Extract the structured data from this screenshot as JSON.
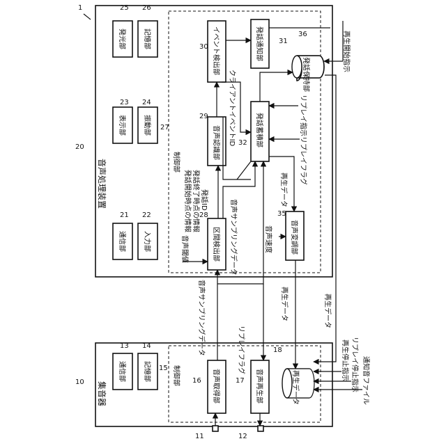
{
  "numbers": {
    "n1": "1",
    "n10": "10",
    "n11": "11",
    "n12": "12",
    "n13": "13",
    "n14": "14",
    "n15": "15",
    "n16": "16",
    "n17": "17",
    "n18": "18",
    "n20": "20",
    "n21": "21",
    "n22": "22",
    "n23": "23",
    "n24": "24",
    "n25": "25",
    "n26": "26",
    "n27": "27",
    "n28": "28",
    "n29": "29",
    "n30": "30",
    "n31": "31",
    "n32": "32",
    "n35": "35",
    "n36": "36"
  },
  "collector": {
    "title": "集音器",
    "control_label": "制御部",
    "comm": "通信部",
    "storage": "記憶部",
    "acquire": "音声取得部",
    "playback": "音声再生部",
    "play_data_cyl": "再生データ"
  },
  "processor": {
    "title": "音声処理装置",
    "control_label": "制御部",
    "comm": "通信部",
    "input": "入力部",
    "display": "表示部",
    "vibrate": "振動部",
    "light": "発光部",
    "storage": "記憶部",
    "section_detect": "区間検出部",
    "speech_recog": "音声認識部",
    "event_detect": "イベント検出部",
    "speech_notify": "発話通知部",
    "speech_store": "発話蓄積部",
    "speech_hold": "発話保持部",
    "voice_convert": "音声変調部"
  },
  "annotations": {
    "audio_sampling_data": "音声サンプリングデータ",
    "audio_sampling_data_2": "音声サンプリングデータ",
    "audio_threshold": "音声閾値",
    "speech_info_start": "発話開始時点の情報",
    "speech_info_end": "発話終了時点の情報",
    "speech_id": "発話ID",
    "client_event_id": "クライアントイベントID",
    "replay_instruction": "リプレイ指示",
    "replay_flag": "リプレイフラグ",
    "replay_flag_2": "リプレイフラグ",
    "play_data_1": "再生データ",
    "play_data_2": "再生データ",
    "play_data_3": "再生データ",
    "audio_speed": "音声速度",
    "play_start_instruction": "再生開始指示",
    "play_stop_instruction": "再生停止指示",
    "replay_stop_instruction": "リプレイ停止指示",
    "notify_audio_file": "通知音ファイル"
  }
}
